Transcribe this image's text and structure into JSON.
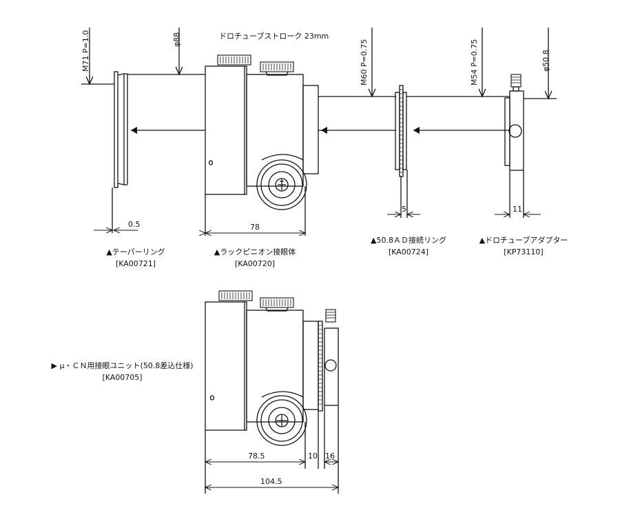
{
  "header": {
    "stroke_label": "ドロチューブストローク 23mm"
  },
  "callouts": {
    "m71": "M71 P=1.0",
    "phi88": "φ88",
    "m60": "M60 P=0.75",
    "m54": "M54 P=0.75",
    "phi508": "φ50.8"
  },
  "dimensions": {
    "taper_offset": "0.5",
    "rack_body_length": "78",
    "ad_ring_width": "5",
    "adapter_width": "11",
    "unit_body": "78.5",
    "unit_ring": "10",
    "unit_adapter": "16",
    "unit_total": "104.5"
  },
  "parts": [
    {
      "name": "▲テーパーリング",
      "code": "[KA00721]"
    },
    {
      "name": "▲ラックピニオン接眼体",
      "code": "[KA00720]"
    },
    {
      "name": "▲50.8ＡＤ接続リング",
      "code": "[KA00724]"
    },
    {
      "name": "▲ドロチューブアダプター",
      "code": "[KP73110]"
    }
  ],
  "assembly": {
    "name": "▶ μ・ＣＮ用接眼ユニット(50.8差込仕様)",
    "code": "[KA00705]"
  }
}
